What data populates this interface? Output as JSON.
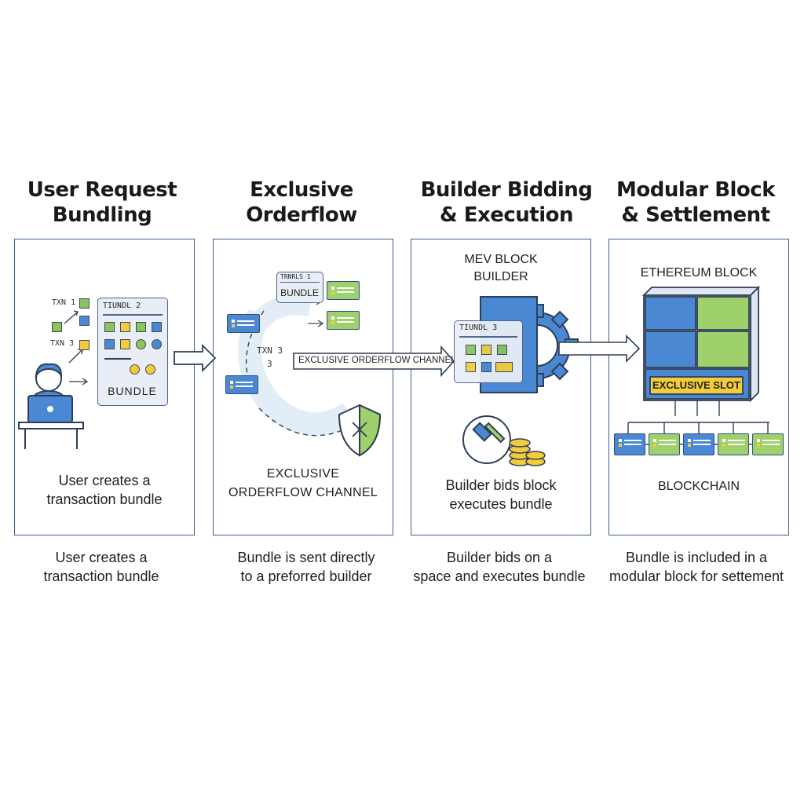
{
  "stages": [
    {
      "title_line1": "User Request",
      "title_line2": "Bundling",
      "panel": {
        "txn_labels": [
          "TXN 1",
          "TXN 3"
        ],
        "card_title": "TIUNDL 2",
        "bundle_label": "BUNDLE",
        "caption_line1": "User creates a",
        "caption_line2": "transaction bundle"
      },
      "caption_line1": "User creates a",
      "caption_line2": "transaction bundle"
    },
    {
      "title_line1": "Exclusive",
      "title_line2": "Orderflow",
      "panel": {
        "card_title": "TRNRLS 1",
        "bundle_label": "BUNDLE",
        "txn_label_line1": "TXN 3",
        "txn_label_line2": "3",
        "channel_label": "EXCLUSIVE ORDERFLOW CHANNEL",
        "caption_line1": "EXCLUSIVE",
        "caption_line2": "ORDERFLOW CHANNEL"
      },
      "caption_line1": "Bundle is sent directly",
      "caption_line2": "to a preforred builder"
    },
    {
      "title_line1": "Builder Bidding",
      "title_line2": "& Execution",
      "panel": {
        "heading_line1": "MEV BLOCK",
        "heading_line2": "BUILDER",
        "card_title": "TIUNDL 3",
        "caption_line1": "Builder bids block",
        "caption_line2": "executes bundle"
      },
      "caption_line1": "Builder bids on a",
      "caption_line2": "space and executes bundle"
    },
    {
      "title_line1": "Modular Block",
      "title_line2": "& Settlement",
      "panel": {
        "heading": "ETHEREUM BLOCK",
        "slot_label": "EXCLUSIVE SLOT",
        "chain_label": "BLOCKCHAIN"
      },
      "caption_line1": "Bundle is included in a",
      "caption_line2": "modular block for settement"
    }
  ],
  "colors": {
    "border": "#3f5d8f",
    "blue": "#4a88d4",
    "green": "#8cc35a",
    "yellow": "#f2cc3c",
    "card_bg": "#e9eef6"
  },
  "icons": [
    "user-at-laptop-icon",
    "shield-icon",
    "gear-icon",
    "gavel-icon",
    "coins-icon",
    "arrow-icon"
  ]
}
